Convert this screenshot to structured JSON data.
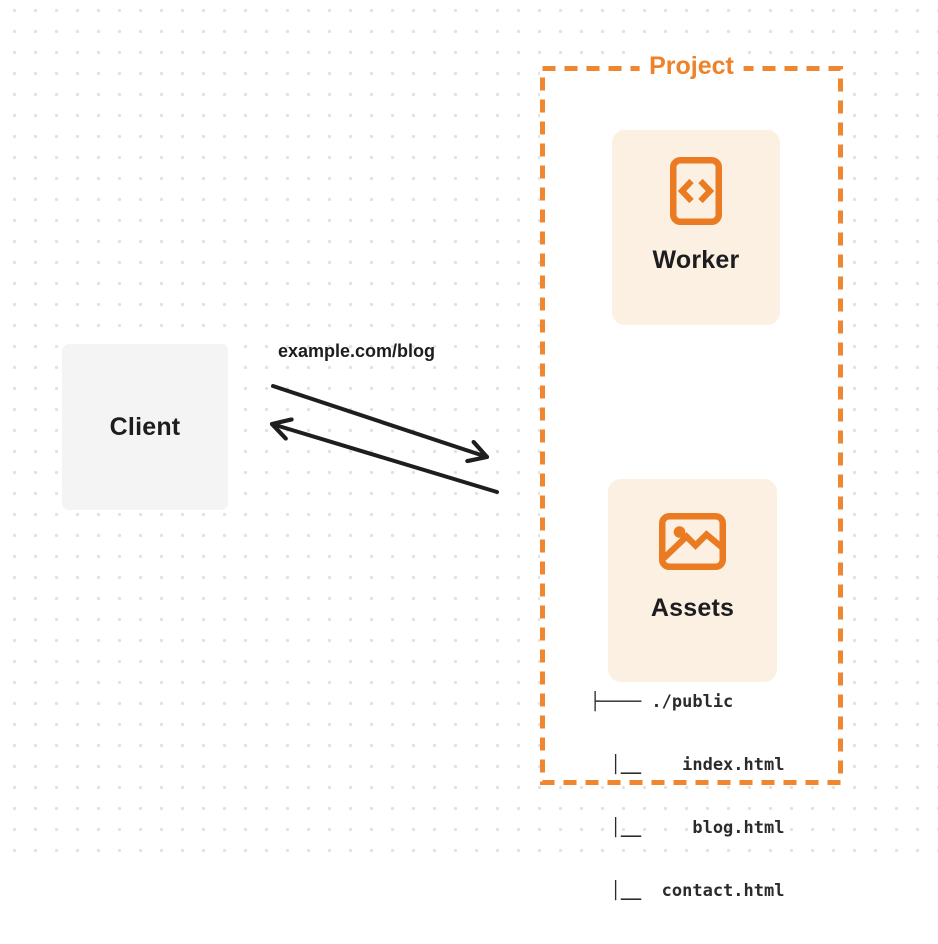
{
  "client": {
    "label": "Client"
  },
  "request": {
    "url_label": "example.com/blog"
  },
  "project": {
    "title": "Project",
    "worker_card": {
      "label": "Worker",
      "icon": "code-file-icon"
    },
    "assets_card": {
      "label": "Assets",
      "icon": "image-icon"
    },
    "file_tree": {
      "lines": [
        "├──── ./public",
        "  │__    index.html",
        "  │__     blog.html",
        "  │__  contact.html"
      ]
    }
  },
  "arrows": {
    "request_arrow": "client-to-project",
    "response_arrow": "project-to-client"
  },
  "colors": {
    "accent_orange_icon": "#ea7b22",
    "accent_orange_border": "#f0862f",
    "accent_orange_title": "#ef8128",
    "card_background": "#fbf0e1",
    "client_background": "#f4f4f5",
    "text_dark": "#1d1d1f",
    "arrow_dark": "#1e1e1e",
    "dot_grid": "#e2e2e2"
  }
}
